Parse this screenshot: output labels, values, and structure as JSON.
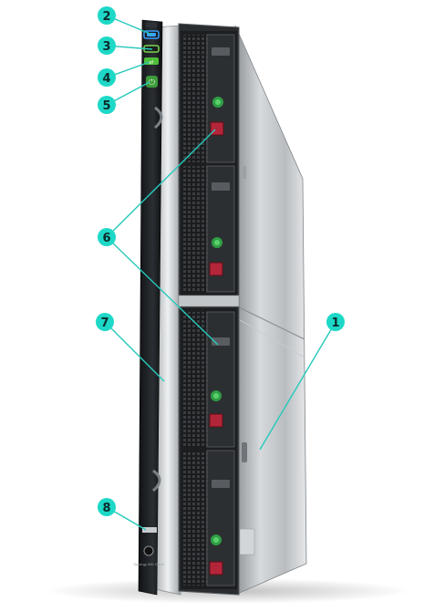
{
  "callouts": [
    {
      "id": "c1",
      "label": "1"
    },
    {
      "id": "c2",
      "label": "2"
    },
    {
      "id": "c3",
      "label": "3"
    },
    {
      "id": "c4",
      "label": "4"
    },
    {
      "id": "c5",
      "label": "5"
    },
    {
      "id": "c6",
      "label": "6"
    },
    {
      "id": "c7",
      "label": "7"
    },
    {
      "id": "c8",
      "label": "8"
    }
  ],
  "front_label": "Synergy 660 Gen9",
  "colors": {
    "callout": "#1ed8c7",
    "callout_line": "#26c9bb",
    "drive_led": "#3bb54a",
    "drive_latch": "#b3263a",
    "status_blue": "#3aa0ff",
    "status_green": "#7cd64a"
  },
  "icons": [
    "power-icon",
    "uid-icon",
    "health-icon",
    "nic-icon",
    "drive-bay-icon"
  ]
}
